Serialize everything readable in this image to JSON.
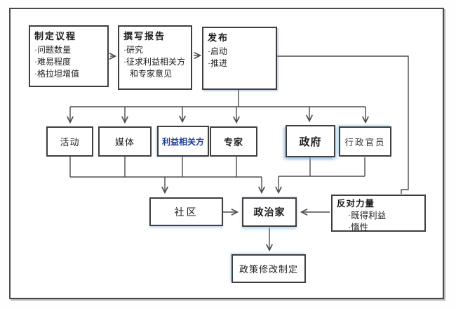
{
  "diagram": {
    "stages": [
      {
        "title": "制定议程",
        "bullets": [
          "·问题数量",
          "·难易程度",
          "·格拉坦增值"
        ]
      },
      {
        "title": "撰写报告",
        "bullets": [
          "·研究",
          "·征求利益相关方和专家意见"
        ]
      },
      {
        "title": "发布",
        "bullets": [
          "·启动",
          "·推进"
        ]
      }
    ],
    "channels": [
      {
        "label": "活动"
      },
      {
        "label": "媒体"
      },
      {
        "label": "利益相关方"
      },
      {
        "label": "专家"
      },
      {
        "label": "政府"
      },
      {
        "label": "行政官员"
      }
    ],
    "community": {
      "label": "社区"
    },
    "politicians": {
      "label": "政治家"
    },
    "opposition": {
      "title": "反对力量",
      "bullets": [
        "·既得利益",
        "·惰性"
      ]
    },
    "outcome": {
      "label": "政策修改制定"
    },
    "colors": {
      "line": "#4d4d4d",
      "box_border": "#3f3f3f",
      "stakeholder_text": "#1c3e97",
      "artifact_blue": "#8fb6df"
    }
  }
}
